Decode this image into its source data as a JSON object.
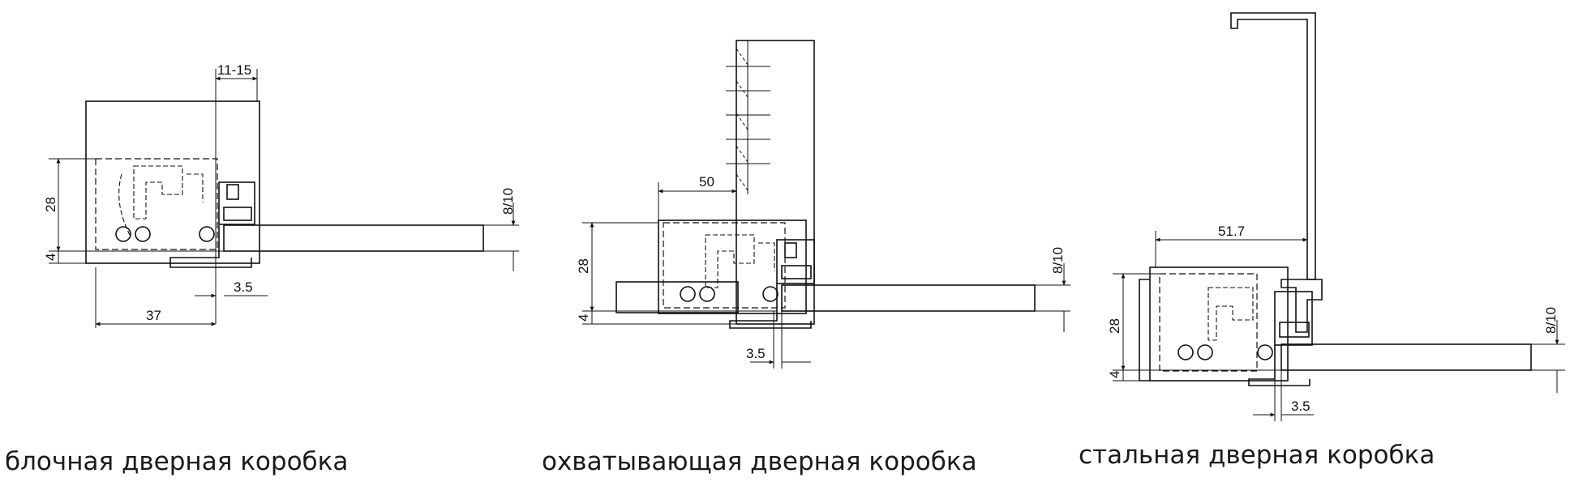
{
  "panels": [
    {
      "caption": "блочная дверная коробка",
      "dims": {
        "top": "11-15",
        "h28": "28",
        "h4": "4",
        "gap": "3.5",
        "width": "37",
        "thick": "8/10"
      }
    },
    {
      "caption": "охватывающая дверная коробка",
      "dims": {
        "top": "50",
        "h28": "28",
        "h4": "4",
        "gap": "3.5",
        "thick": "8/10"
      }
    },
    {
      "caption": "стальная дверная коробка",
      "dims": {
        "top": "51.7",
        "h28": "28",
        "h4": "4",
        "gap": "3.5",
        "thick": "8/10"
      }
    }
  ]
}
